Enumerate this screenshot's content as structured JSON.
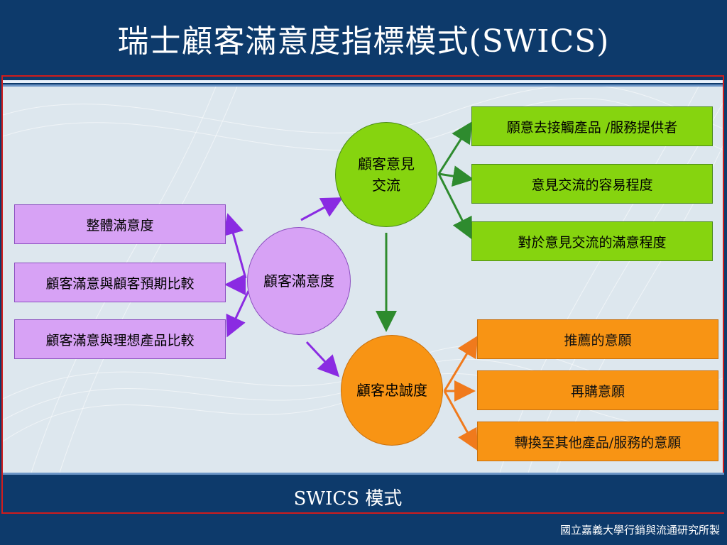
{
  "title": "瑞士顧客滿意度指標模式(SWICS)",
  "footer_title": "SWICS 模式",
  "credit": "國立嘉義大學行銷與流通研究所製",
  "nodes": {
    "satisfaction": "顧客滿意度",
    "communication": "顧客意見\n交流",
    "loyalty": "顧客忠誠度"
  },
  "satisfaction_items": [
    "整體滿意度",
    "顧客滿意與顧客預期比較",
    "顧客滿意與理想產品比較"
  ],
  "communication_items": [
    "願意去接觸產品 /服務提供者",
    "意見交流的容易程度",
    "對於意見交流的滿意程度"
  ],
  "loyalty_items": [
    "推薦的意願",
    "再購意願",
    "轉換至其他產品/服務的意願"
  ],
  "colors": {
    "header": "#0d3a6b",
    "green": "#86d40f",
    "orange": "#f89414",
    "purple": "#d7a2f5",
    "arrow_green": "#2e8b2e",
    "arrow_orange": "#f07a1c",
    "arrow_purple": "#8a2be2",
    "frame": "#d01c1c"
  }
}
